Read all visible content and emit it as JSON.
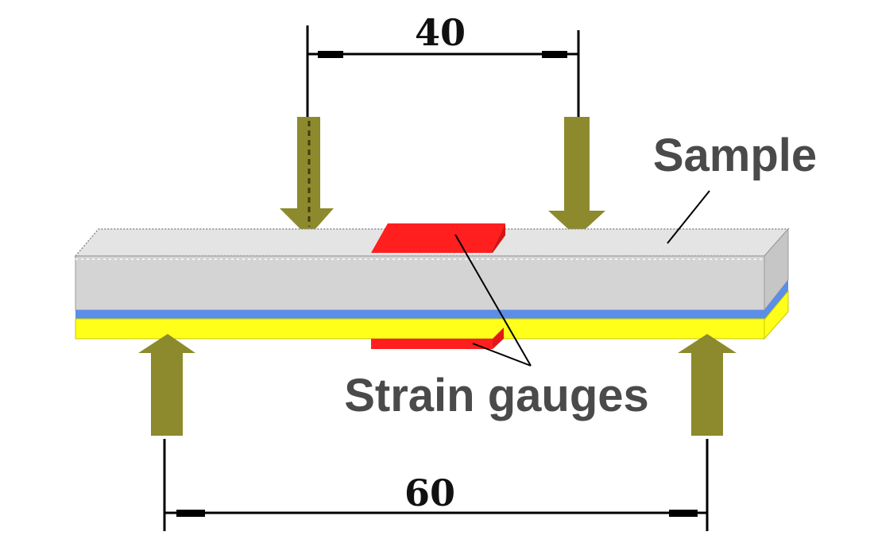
{
  "dimensions": {
    "top_span": "40",
    "bottom_span": "60"
  },
  "labels": {
    "sample": "Sample",
    "strain_gauges": "Strain gauges"
  },
  "colors": {
    "beam_face": "#d4d4d4",
    "beam_top": "#e6e6e6",
    "beam_side": "#c4c4c4",
    "blue_layer": "#5a8ee8",
    "yellow_layer": "#ffff1a",
    "strain_gauge": "#ff1f1f",
    "arrow": "#8c8a2c",
    "dimension_line": "#000000"
  }
}
